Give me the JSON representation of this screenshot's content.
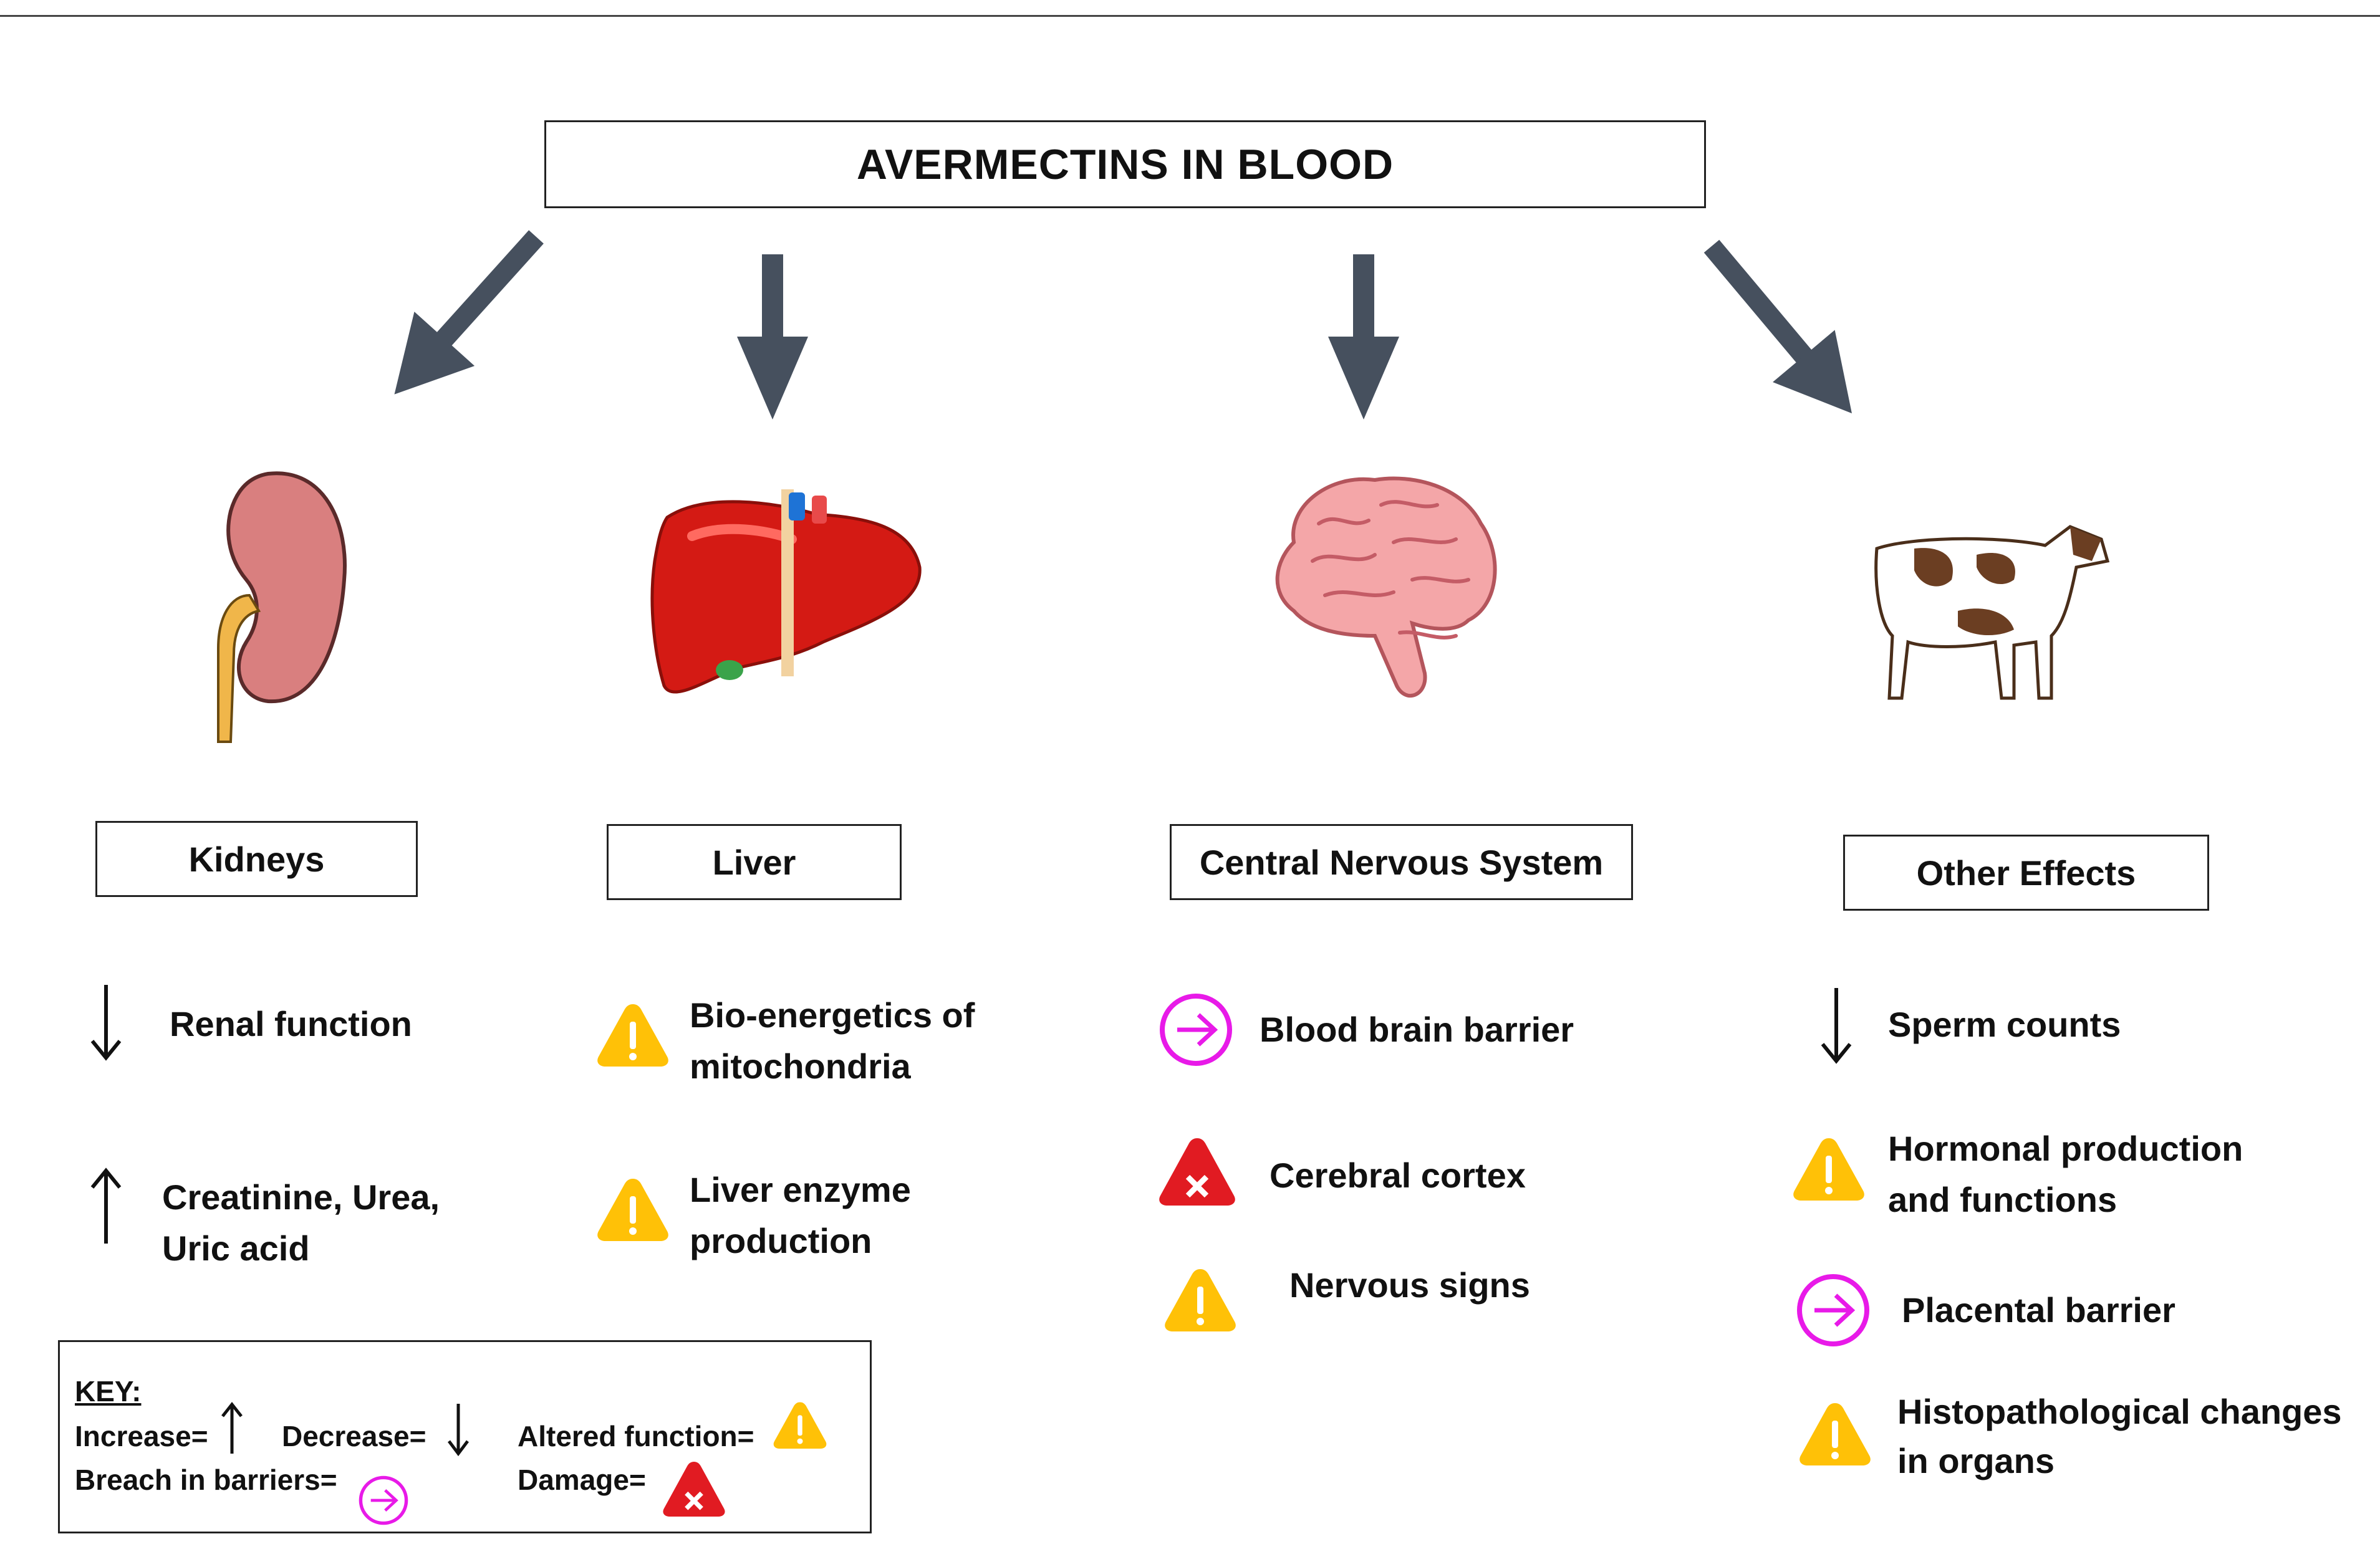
{
  "title": "AVERMECTINS IN BLOOD",
  "colors": {
    "arrow": "#46505e",
    "warning": "#ffc107",
    "damage": "#e11b22",
    "breach": "#e81ae8"
  },
  "categories": [
    {
      "label": "Kidneys",
      "organ": "kidney-icon",
      "items": [
        {
          "symbol": "decrease",
          "text": "Renal function"
        },
        {
          "symbol": "increase",
          "text": [
            "Creatinine, Urea,",
            "Uric acid"
          ]
        }
      ]
    },
    {
      "label": "Liver",
      "organ": "liver-icon",
      "items": [
        {
          "symbol": "altered",
          "text": [
            "Bio-energetics of",
            "mitochondria"
          ]
        },
        {
          "symbol": "altered",
          "text": [
            "Liver enzyme",
            "production"
          ]
        }
      ]
    },
    {
      "label": "Central Nervous System",
      "organ": "brain-icon",
      "items": [
        {
          "symbol": "breach",
          "text": "Blood brain barrier"
        },
        {
          "symbol": "damage",
          "text": "Cerebral cortex"
        },
        {
          "symbol": "altered",
          "text": "Nervous signs"
        }
      ]
    },
    {
      "label": "Other Effects",
      "organ": "cow-icon",
      "items": [
        {
          "symbol": "decrease",
          "text": "Sperm counts"
        },
        {
          "symbol": "altered",
          "text": [
            "Hormonal production",
            "and functions"
          ]
        },
        {
          "symbol": "breach",
          "text": "Placental barrier"
        },
        {
          "symbol": "altered",
          "text": [
            "Histopathological changes",
            "in organs"
          ]
        }
      ]
    }
  ],
  "key": {
    "heading": "KEY:",
    "increase": "Increase=",
    "decrease": "Decrease=",
    "altered": "Altered function=",
    "breach": "Breach in barriers=",
    "damage": "Damage="
  }
}
